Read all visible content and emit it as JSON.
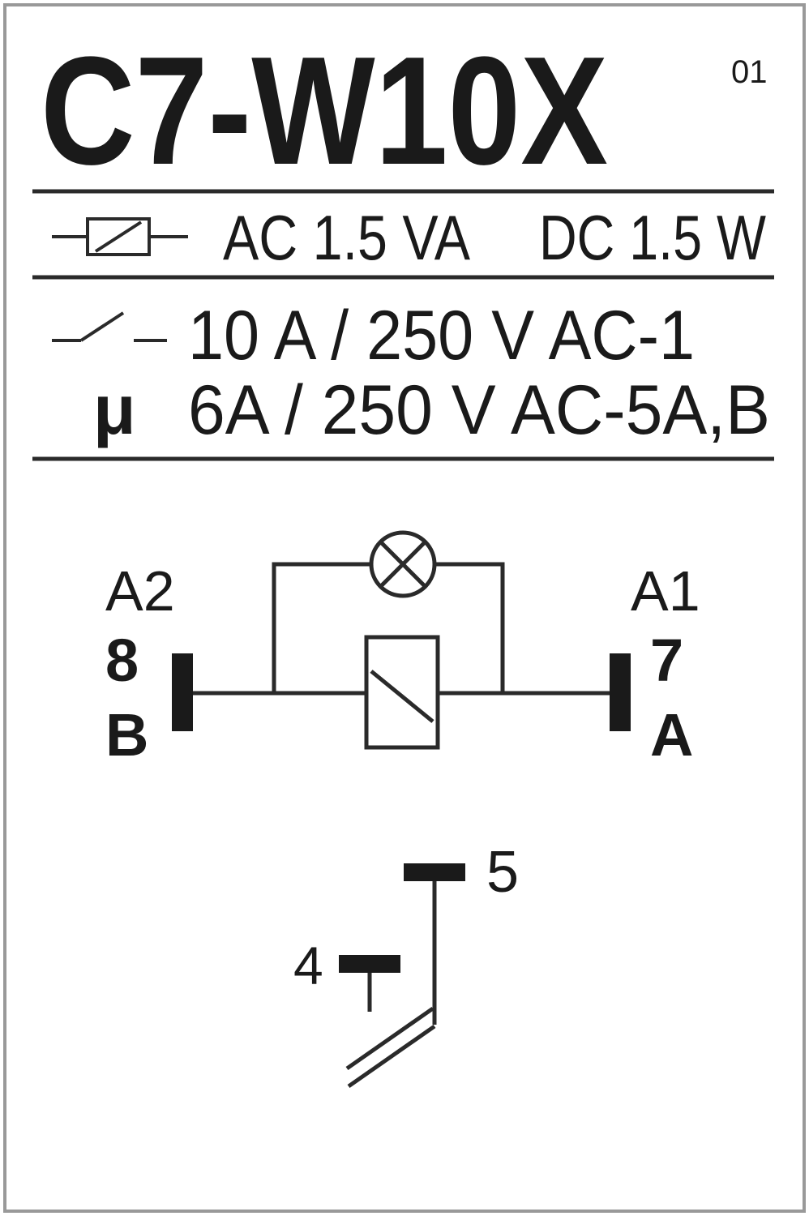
{
  "label": {
    "model": "C7-W10X",
    "version": "01",
    "coil_ac": "AC 1.5 VA",
    "coil_dc": "DC 1.5 W",
    "contact_rating_1": "10 A  / 250 V AC-1",
    "micro_symbol": "μ",
    "contact_rating_2": "6A / 250 V AC-5A,B",
    "terminal_left_code": "A2",
    "terminal_left_number": "8",
    "terminal_left_letter": "B",
    "terminal_right_code": "A1",
    "terminal_right_number": "7",
    "terminal_right_letter": "A",
    "contact_terminal_top": "5",
    "contact_terminal_left": "4"
  },
  "colors": {
    "ink": "#1a1a1a",
    "frame": "#999999",
    "background": "#ffffff"
  }
}
